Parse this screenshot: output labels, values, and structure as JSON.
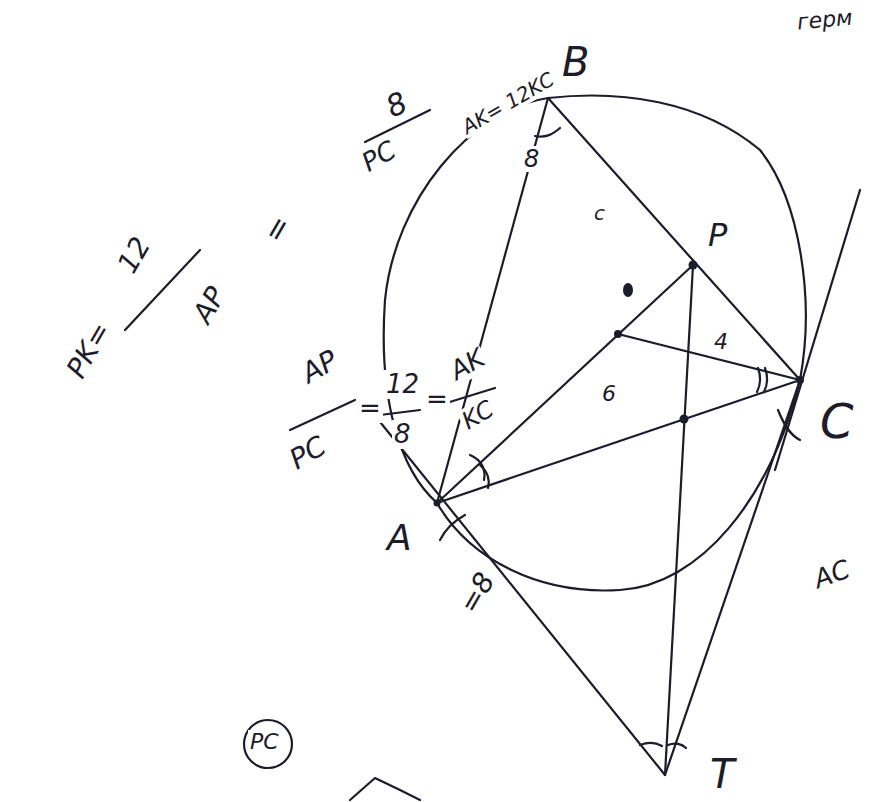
{
  "diagram": {
    "labels": [
      "герм",
      "B",
      "8",
      "PC",
      "AK= 12KC",
      "8",
      "=",
      "PK=",
      "12",
      "AP",
      "AP",
      "PC",
      "=",
      "12",
      "8",
      "=",
      "AK",
      "KC",
      "A",
      "=8",
      "PC",
      "C",
      "AC",
      "T",
      "c",
      "6",
      "4",
      "P"
    ]
  }
}
